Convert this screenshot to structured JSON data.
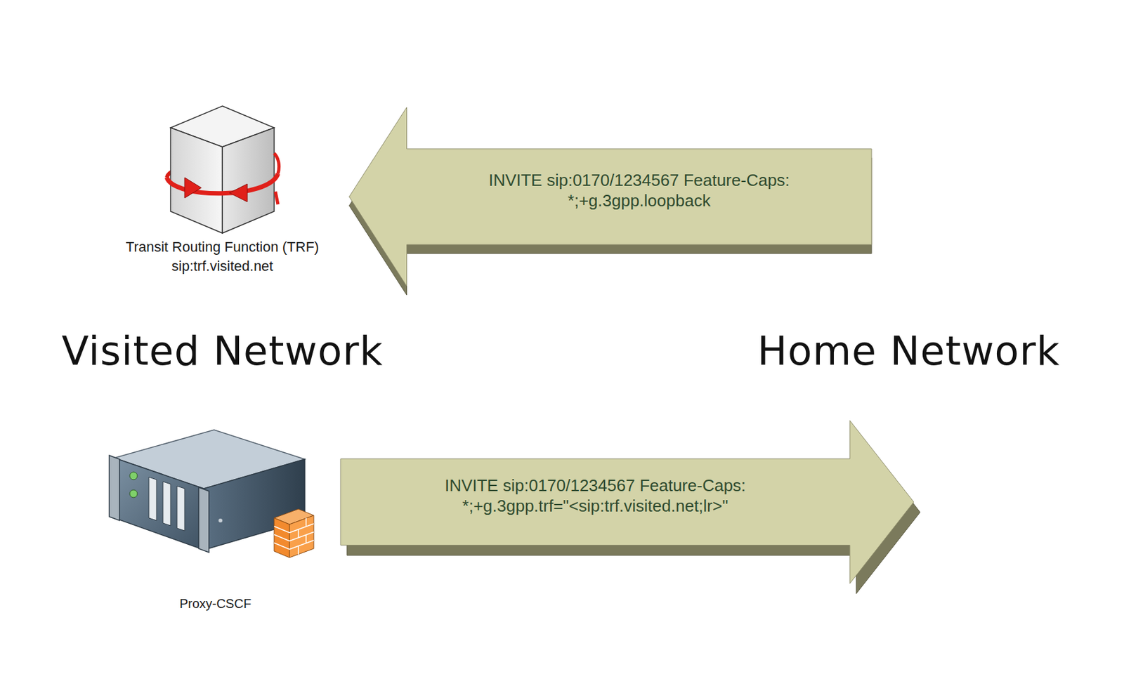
{
  "diagram": {
    "nodes": [
      {
        "text": [
          "Visited Network"
        ]
      },
      {
        "text": [
          "Home Network"
        ]
      },
      {
        "text": [
          "Transit Routing Function (TRF)",
          "sip:trf.visited.net"
        ],
        "in": 0
      },
      {
        "text": [
          "Proxy-CSCF"
        ],
        "in": 0
      }
    ],
    "edges": [
      {
        "from": 1,
        "to": 2,
        "arrow": "to",
        "label": "INVITE sip:0170/1234567 Feature-Caps: *;+g.3gpp.loopback"
      },
      {
        "from": 3,
        "to": 1,
        "arrow": "to",
        "label": "INVITE sip:0170/1234567 Feature-Caps: *;+g.3gpp.trf=\"<sip:trf.visited.net;lr>\""
      }
    ]
  }
}
